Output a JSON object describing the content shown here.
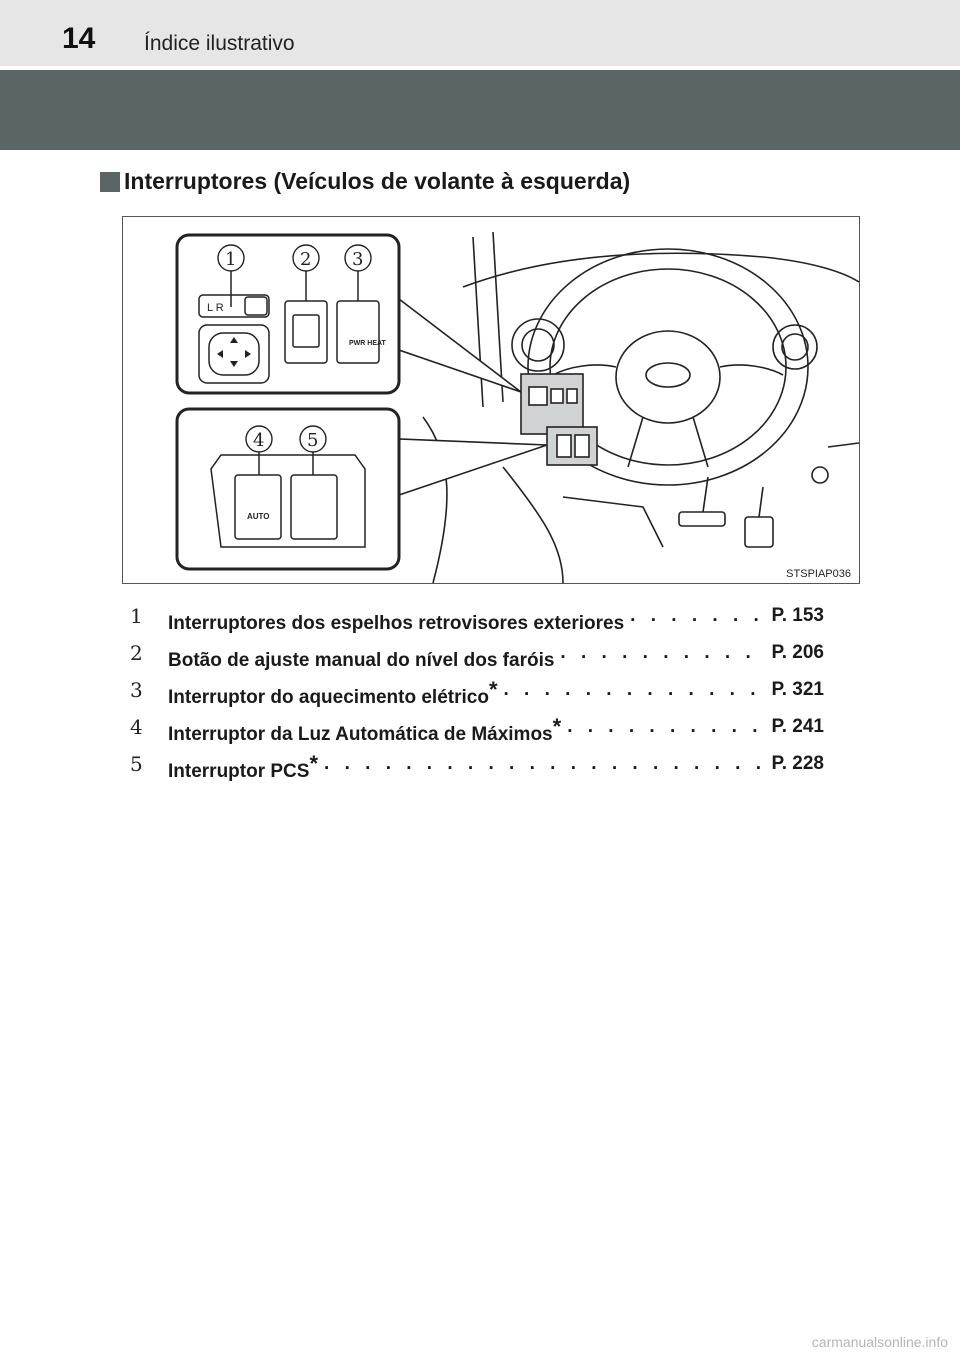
{
  "header": {
    "page_number": "14",
    "section_title": "Índice ilustrativo"
  },
  "heading": "Interruptores (Veículos de volante à esquerda)",
  "figure": {
    "code": "STSPIAP036",
    "callouts": [
      "1",
      "2",
      "3",
      "4",
      "5"
    ],
    "switch_labels": {
      "mirror_lr": "L   R",
      "pwr_heat": "PWR HEAT",
      "auto": "AUTO"
    }
  },
  "items": [
    {
      "num": "1",
      "label": "Interruptores dos espelhos retrovisores exteriores",
      "star": "",
      "page": "P. 153"
    },
    {
      "num": "2",
      "label": "Botão de ajuste manual do nível dos faróis",
      "star": "",
      "page": "P. 206"
    },
    {
      "num": "3",
      "label": "Interruptor do aquecimento elétrico",
      "star": "*",
      "page": "P. 321"
    },
    {
      "num": "4",
      "label": "Interruptor da Luz Automática de Máximos",
      "star": "*",
      "page": "P. 241"
    },
    {
      "num": "5",
      "label": "Interruptor PCS",
      "star": "*",
      "page": "P. 228"
    }
  ],
  "watermark": "carmanualsonline.info"
}
